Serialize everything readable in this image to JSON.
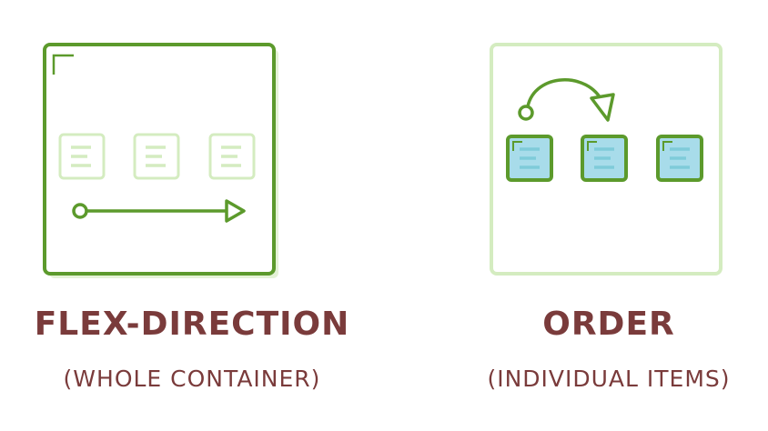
{
  "left": {
    "title": "FLEX-DIRECTION",
    "subtitle": "(WHOLE CONTAINER)"
  },
  "right": {
    "title": "ORDER",
    "subtitle": "(INDIVIDUAL ITEMS)"
  },
  "colors": {
    "green_dark": "#5c9a2c",
    "green_light": "#d4ecc0",
    "item_fill": "#a8dcea",
    "text": "#7a3b3b"
  }
}
